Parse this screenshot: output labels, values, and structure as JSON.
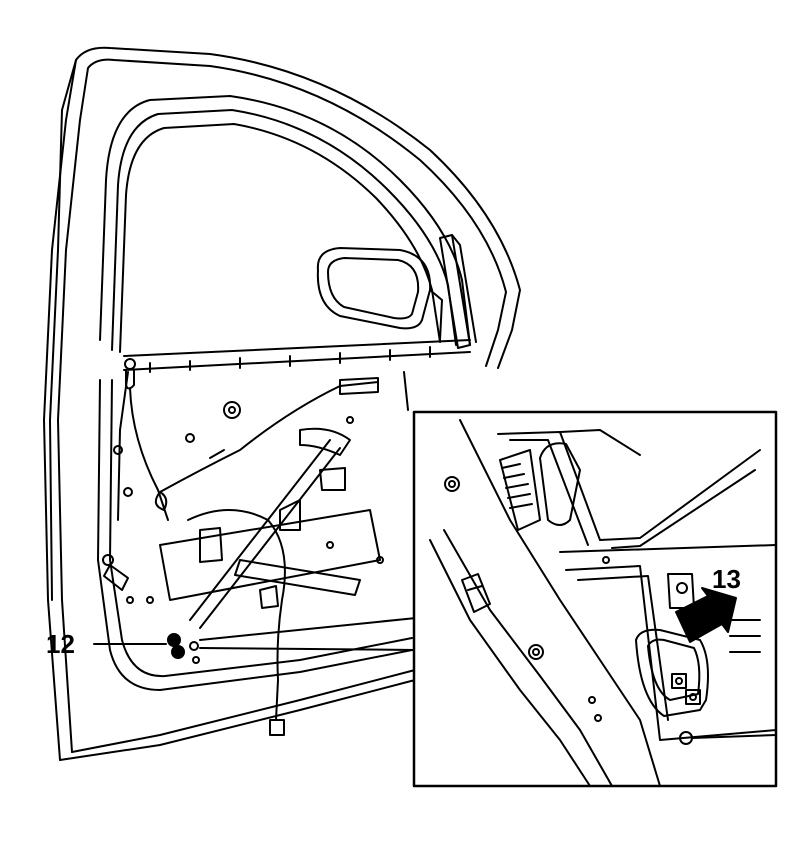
{
  "diagram": {
    "callouts": [
      {
        "id": "12",
        "label": "12"
      },
      {
        "id": "13",
        "label": "13"
      }
    ],
    "colors": {
      "ink": "#000000",
      "paper": "#ffffff"
    }
  }
}
